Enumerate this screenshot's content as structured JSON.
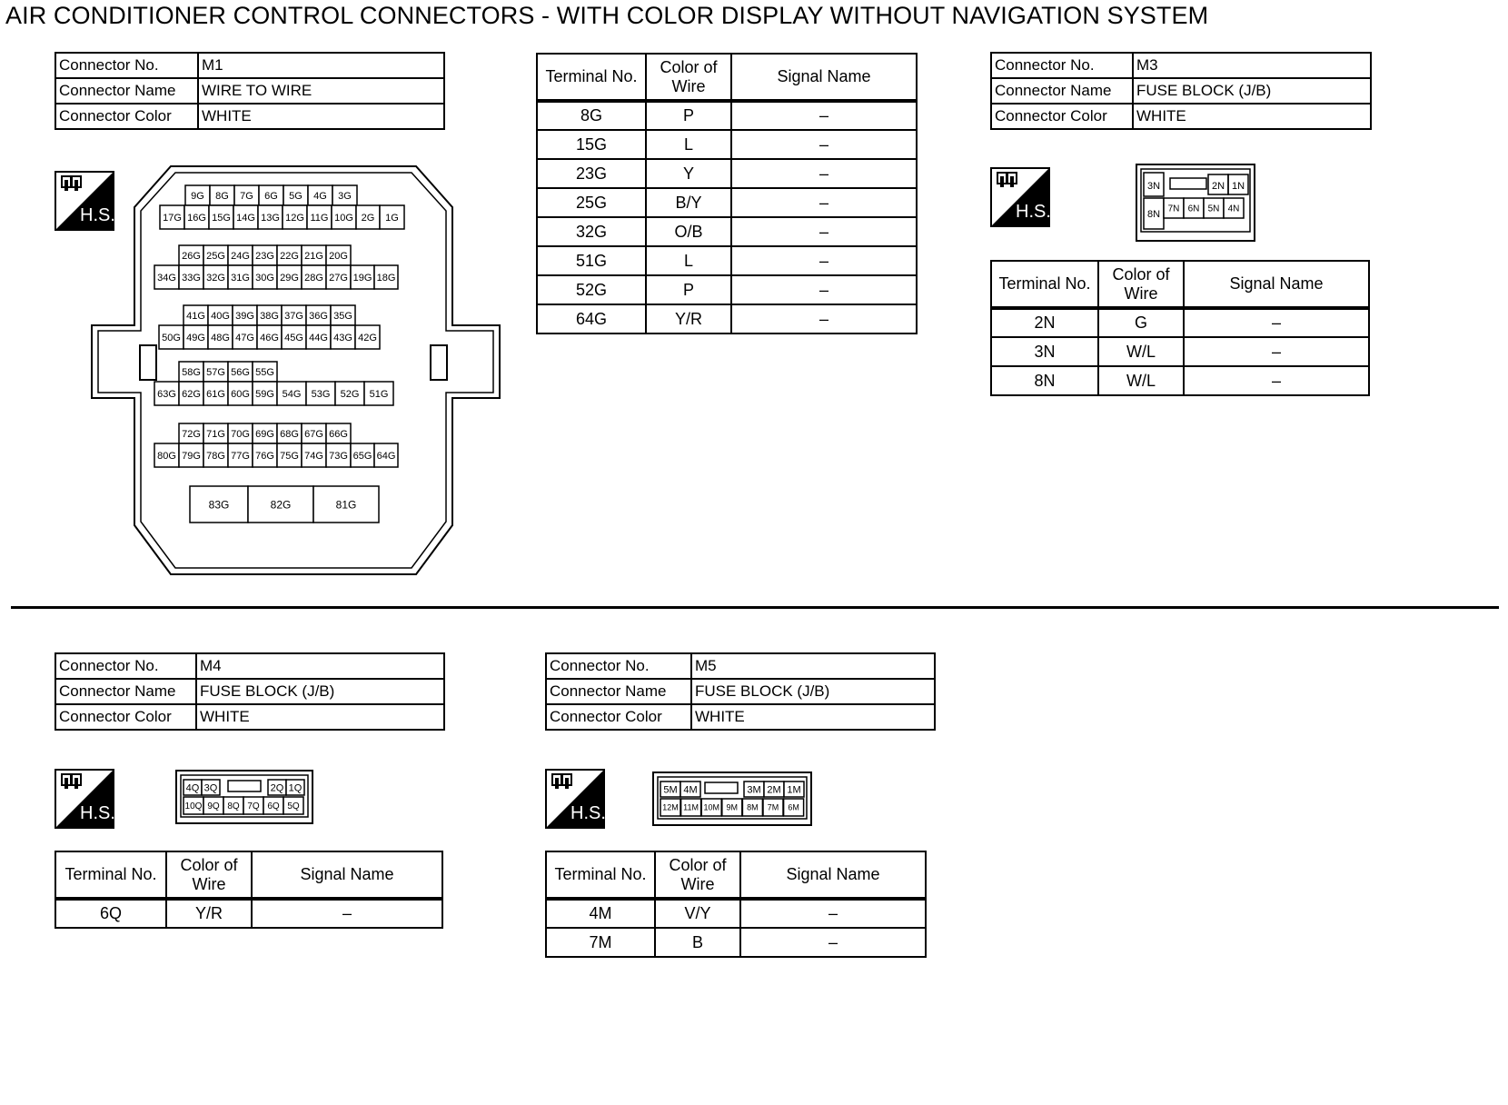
{
  "page_title": "AIR CONDITIONER CONTROL CONNECTORS - WITH COLOR DISPLAY WITHOUT NAVIGATION SYSTEM",
  "labels": {
    "connector_no": "Connector No.",
    "connector_name": "Connector Name",
    "connector_color": "Connector Color",
    "terminal_no": "Terminal No.",
    "color_of_wire_1": "Color of",
    "color_of_wire_2": "Wire",
    "signal_name": "Signal Name",
    "hs": "H.S."
  },
  "m1": {
    "no": "M1",
    "name": "WIRE TO WIRE",
    "color": "WHITE",
    "diagram": {
      "r1a": [
        "9G",
        "8G",
        "7G",
        "6G",
        "5G",
        "4G",
        "3G"
      ],
      "r1b": [
        "17G",
        "16G",
        "15G",
        "14G",
        "13G",
        "12G",
        "11G",
        "10G",
        "2G",
        "1G"
      ],
      "r2a": [
        "26G",
        "25G",
        "24G",
        "23G",
        "22G",
        "21G",
        "20G"
      ],
      "r2b": [
        "34G",
        "33G",
        "32G",
        "31G",
        "30G",
        "29G",
        "28G",
        "27G",
        "19G",
        "18G"
      ],
      "r3a": [
        "41G",
        "40G",
        "39G",
        "38G",
        "37G",
        "36G",
        "35G"
      ],
      "r3b": [
        "50G",
        "49G",
        "48G",
        "47G",
        "46G",
        "45G",
        "44G",
        "43G",
        "42G"
      ],
      "r4a": [
        "58G",
        "57G",
        "56G",
        "55G"
      ],
      "r4b": [
        "63G",
        "62G",
        "61G",
        "60G",
        "59G",
        "54G",
        "53G",
        "52G",
        "51G"
      ],
      "r5a": [
        "72G",
        "71G",
        "70G",
        "69G",
        "68G",
        "67G",
        "66G"
      ],
      "r5b": [
        "80G",
        "79G",
        "78G",
        "77G",
        "76G",
        "75G",
        "74G",
        "73G",
        "65G",
        "64G"
      ],
      "r6": [
        "83G",
        "82G",
        "81G"
      ]
    },
    "rows": [
      {
        "t": "8G",
        "w": "P",
        "s": "–"
      },
      {
        "t": "15G",
        "w": "L",
        "s": "–"
      },
      {
        "t": "23G",
        "w": "Y",
        "s": "–"
      },
      {
        "t": "25G",
        "w": "B/Y",
        "s": "–"
      },
      {
        "t": "32G",
        "w": "O/B",
        "s": "–"
      },
      {
        "t": "51G",
        "w": "L",
        "s": "–"
      },
      {
        "t": "52G",
        "w": "P",
        "s": "–"
      },
      {
        "t": "64G",
        "w": "Y/R",
        "s": "–"
      }
    ]
  },
  "m3": {
    "no": "M3",
    "name": "FUSE BLOCK (J/B)",
    "color": "WHITE",
    "diagram": {
      "top_left": "3N",
      "top_right": [
        "2N",
        "1N"
      ],
      "bottom": [
        "8N",
        "7N",
        "6N",
        "5N",
        "4N"
      ]
    },
    "rows": [
      {
        "t": "2N",
        "w": "G",
        "s": "–"
      },
      {
        "t": "3N",
        "w": "W/L",
        "s": "–"
      },
      {
        "t": "8N",
        "w": "W/L",
        "s": "–"
      }
    ]
  },
  "m4": {
    "no": "M4",
    "name": "FUSE BLOCK (J/B)",
    "color": "WHITE",
    "diagram": {
      "top_left": [
        "4Q",
        "3Q"
      ],
      "top_right": [
        "2Q",
        "1Q"
      ],
      "bottom": [
        "10Q",
        "9Q",
        "8Q",
        "7Q",
        "6Q",
        "5Q"
      ]
    },
    "rows": [
      {
        "t": "6Q",
        "w": "Y/R",
        "s": "–"
      }
    ]
  },
  "m5": {
    "no": "M5",
    "name": "FUSE BLOCK (J/B)",
    "color": "WHITE",
    "diagram": {
      "top_left": [
        "5M",
        "4M"
      ],
      "top_right": [
        "3M",
        "2M",
        "1M"
      ],
      "bottom": [
        "12M",
        "11M",
        "10M",
        "9M",
        "8M",
        "7M",
        "6M"
      ]
    },
    "rows": [
      {
        "t": "4M",
        "w": "V/Y",
        "s": "–"
      },
      {
        "t": "7M",
        "w": "B",
        "s": "–"
      }
    ]
  }
}
